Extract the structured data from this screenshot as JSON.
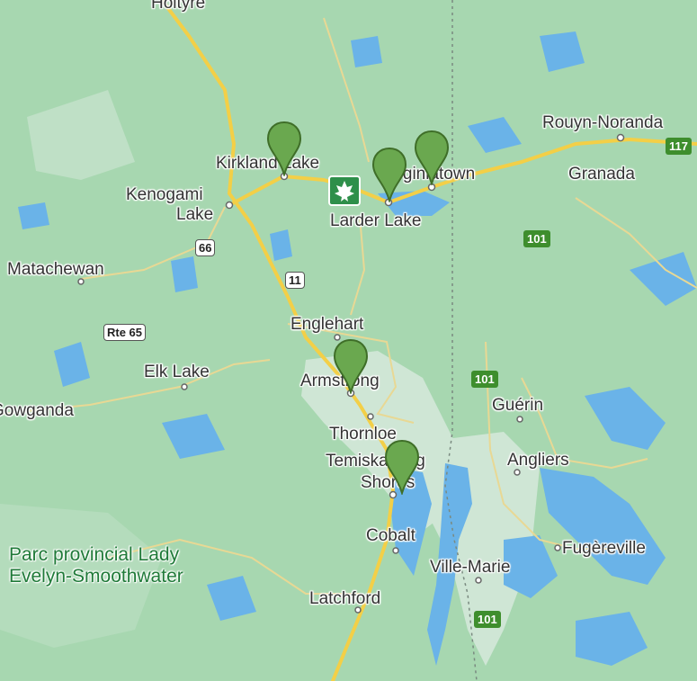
{
  "map": {
    "colors": {
      "land": "#a7d7b0",
      "urban": "#cfe6d5",
      "water": "#6ab3e8",
      "road": "#f3cf47",
      "minor_road": "#e8d894",
      "border": "#7a8a80",
      "marker": "#6aa84f",
      "marker_stroke": "#3f6e28",
      "shield_green": "#3e8e2d"
    },
    "places": {
      "holtyre": "Holtyre",
      "kirkland_lake": "Kirkland Lake",
      "kenogami_lake_1": "Kenogami",
      "kenogami_lake_2": "Lake",
      "larder_lake": "Larder Lake",
      "virginiatown": "Virginiatown",
      "rouyn_noranda": "Rouyn-Noranda",
      "granada": "Granada",
      "matachewan": "Matachewan",
      "englehart": "Englehart",
      "armstrong": "Armstrong",
      "elk_lake": "Elk Lake",
      "gowganda": "Gowganda",
      "thornloe": "Thornloe",
      "temiskaming_shores_1": "Temiskaming",
      "temiskaming_shores_2": "Shores",
      "guerin": "Guérin",
      "angliers": "Angliers",
      "cobalt": "Cobalt",
      "ville_marie": "Ville-Marie",
      "fugereville": "Fugèreville",
      "latchford": "Latchford",
      "park_line1": "Parc provincial Lady",
      "park_line2": "Evelyn-Smoothwater"
    },
    "shields": {
      "hw66": "66",
      "hw11": "11",
      "rte65": "Rte 65",
      "hw101_a": "101",
      "hw101_b": "101",
      "hw101_c": "101",
      "hw117": "117"
    },
    "markers": [
      {
        "name": "Kirkland Lake"
      },
      {
        "name": "Larder Lake"
      },
      {
        "name": "Virginiatown"
      },
      {
        "name": "Armstrong"
      },
      {
        "name": "Temiskaming Shores"
      }
    ]
  }
}
